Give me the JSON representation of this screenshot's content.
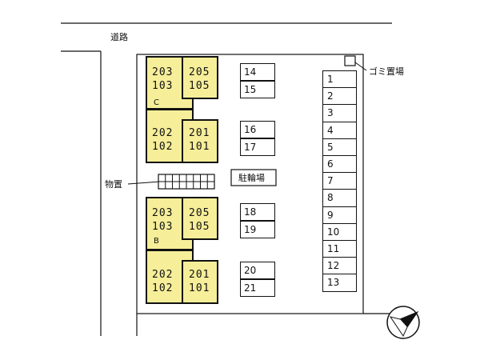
{
  "map": {
    "road_label": "道路",
    "garbage_label": "ゴミ置場",
    "storage_label": "物置",
    "bicycle_parking_label": "駐輪場",
    "unit_fill_color": "#f6ee99",
    "buildings": [
      {
        "name": "C",
        "units": [
          {
            "upper": "203",
            "lower": "103"
          },
          {
            "upper": "205",
            "lower": "105"
          },
          {
            "upper": "202",
            "lower": "102"
          },
          {
            "upper": "201",
            "lower": "101"
          }
        ]
      },
      {
        "name": "B",
        "units": [
          {
            "upper": "203",
            "lower": "103"
          },
          {
            "upper": "205",
            "lower": "105"
          },
          {
            "upper": "202",
            "lower": "102"
          },
          {
            "upper": "201",
            "lower": "101"
          }
        ]
      }
    ],
    "middle_parking": [
      "14",
      "15",
      "16",
      "17",
      "18",
      "19",
      "20",
      "21"
    ],
    "right_parking": [
      "1",
      "2",
      "3",
      "4",
      "5",
      "6",
      "7",
      "8",
      "9",
      "10",
      "11",
      "12",
      "13"
    ],
    "compass_icon": "north-arrow-icon"
  }
}
